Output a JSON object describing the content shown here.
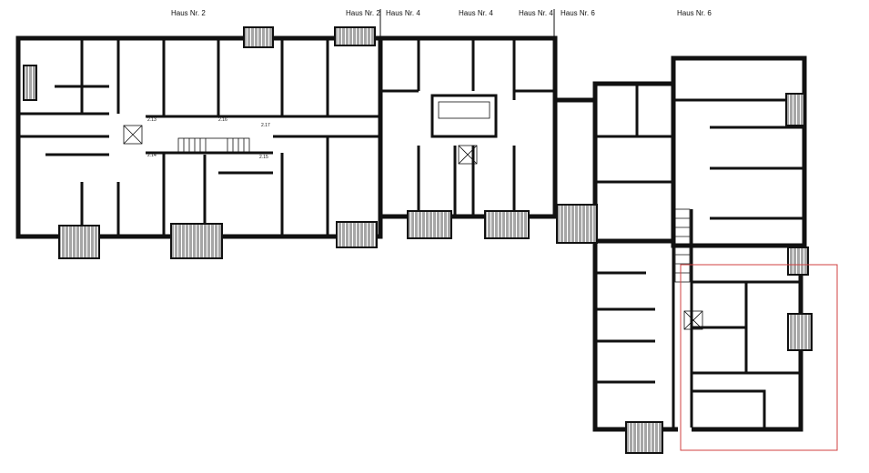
{
  "labels": {
    "haus2": "Haus Nr. 2",
    "haus2_4_left": "Haus Nr. 2",
    "haus2_4_right": "Haus Nr. 4",
    "haus4": "Haus Nr. 4",
    "haus4_6_left": "Haus Nr. 4",
    "haus4_6_right": "Haus Nr. 6",
    "haus6": "Haus Nr. 6"
  },
  "room_numbers": [
    "2.13",
    "2.16",
    "2.14",
    "2.15",
    "2.17"
  ],
  "colors": {
    "wall": "#111111",
    "highlight": "#d04040"
  }
}
